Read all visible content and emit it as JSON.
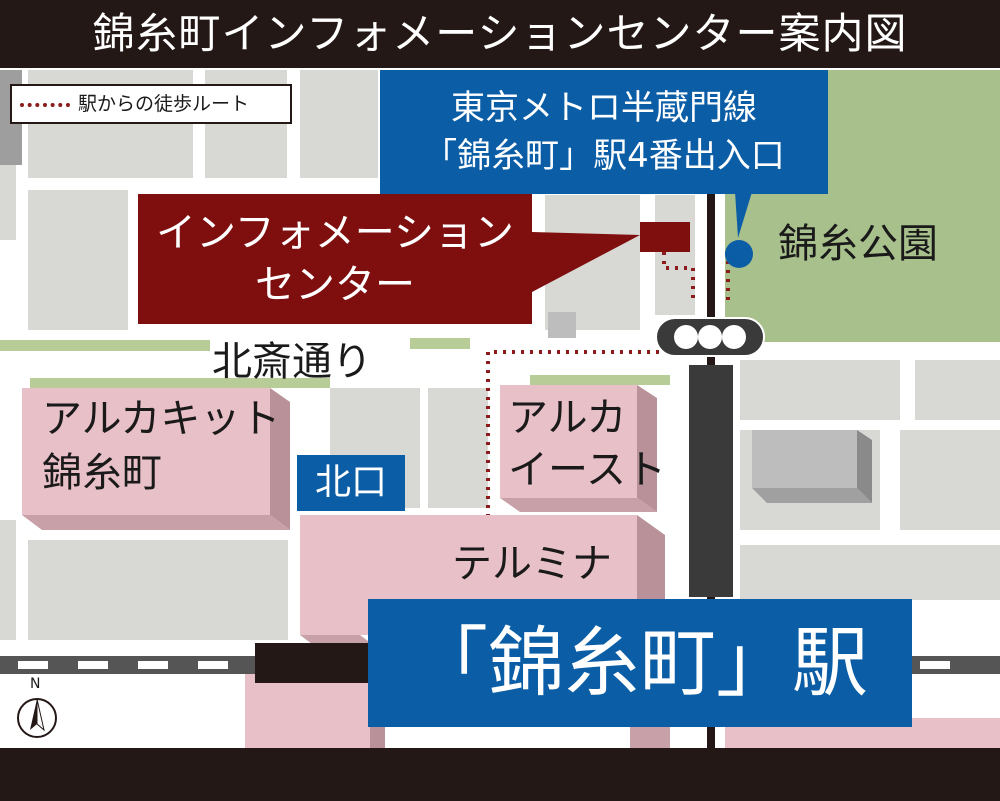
{
  "title": "錦糸町インフォメーションセンター案内図",
  "legend": {
    "label": "駅からの徒歩ルート"
  },
  "labels": {
    "info_center_lines": [
      "インフォメーション",
      "センター"
    ],
    "metro_lines": [
      "東京メトロ半蔵門線",
      "「錦糸町」駅4番出入口"
    ],
    "park": "錦糸公園",
    "street": "北斎通り",
    "arcakit_lines": [
      "アルカキット",
      "錦糸町"
    ],
    "arca_east_lines": [
      "アルカ",
      "イースト"
    ],
    "north_gate": "北口",
    "termina": "テルミナ",
    "station": "「錦糸町」駅",
    "compass": "N"
  },
  "colors": {
    "title_bar": "#231815",
    "info_center": "#7f0f0f",
    "metro_blue": "#0b5ea6",
    "route_dots": "#8c1c1c",
    "building_pink": "#e8c0c8",
    "park_green": "#a8c08c",
    "block_gray": "#d8d8d4"
  }
}
